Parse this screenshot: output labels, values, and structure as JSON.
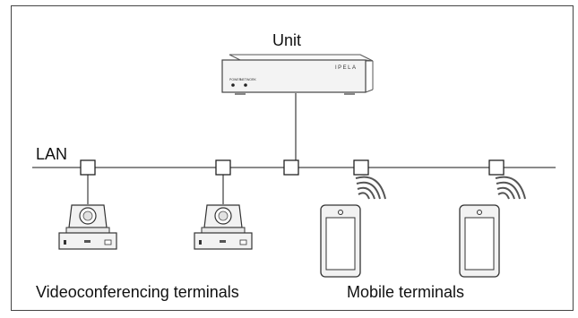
{
  "diagram": {
    "unit_label": "Unit",
    "brand_text": "IPELA",
    "power_label": "POWER",
    "network_label": "NETWORK",
    "lan_label": "LAN",
    "videoconferencing_label": "Videoconferencing terminals",
    "mobile_label": "Mobile terminals"
  },
  "colors": {
    "line": "#8a8a8a",
    "device_fill": "#f2f2f2",
    "device_shadow": "#c8c8c8",
    "text": "#111111"
  },
  "icons": {
    "unit": "network-unit-icon",
    "camera": "ptz-camera-icon",
    "tablet": "tablet-icon",
    "wifi": "wifi-signal-icon",
    "hub": "network-node-icon"
  }
}
